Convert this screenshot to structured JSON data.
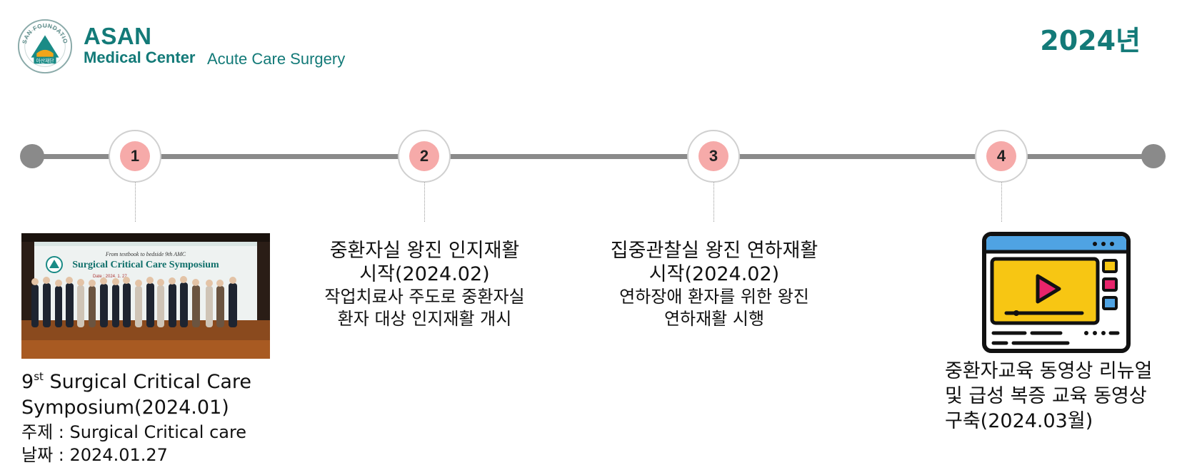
{
  "header": {
    "brand_name": "ASAN",
    "brand_sub": "Medical Center",
    "department": "Acute Care Surgery",
    "logo_ring_text": "ASAN FOUNDATION",
    "logo_bottom_text": "아산재단",
    "year": "2024년"
  },
  "colors": {
    "brand_teal": "#137a78",
    "timeline_gray": "#8a8a8a",
    "node_pink": "#f6aaa9"
  },
  "timeline": {
    "nodes": [
      {
        "number": "1"
      },
      {
        "number": "2"
      },
      {
        "number": "3"
      },
      {
        "number": "4"
      }
    ]
  },
  "items": {
    "item1": {
      "photo_banner_small": "From textbook to bedside  9th AMC",
      "photo_banner_title": "Surgical Critical Care Symposium",
      "photo_banner_date": "Date : 2024. 1. 27",
      "title_prefix": "9",
      "title_sup": "st",
      "title_rest": " Surgical Critical Care",
      "title_line2": "Symposium(2024.01)",
      "topic": "주제 : Surgical Critical care",
      "date": "날짜 : 2024.01.27"
    },
    "item2": {
      "title_line1": "중환자실 왕진 인지재활",
      "title_line2": "시작(2024.02)",
      "desc_line1": "작업치료사 주도로 중환자실",
      "desc_line2": "환자 대상 인지재활 개시"
    },
    "item3": {
      "title_line1": "집중관찰실 왕진 연하재활",
      "title_line2": "시작(2024.02)",
      "desc_line1": "연하장애 환자를 위한 왕진",
      "desc_line2": "연하재활 시행"
    },
    "item4": {
      "icon": "video-player-icon",
      "line1": "중환자교육 동영상 리뉴얼",
      "line2": "및 급성 복증 교육 동영상",
      "line3": "구축(2024.03월)"
    }
  }
}
